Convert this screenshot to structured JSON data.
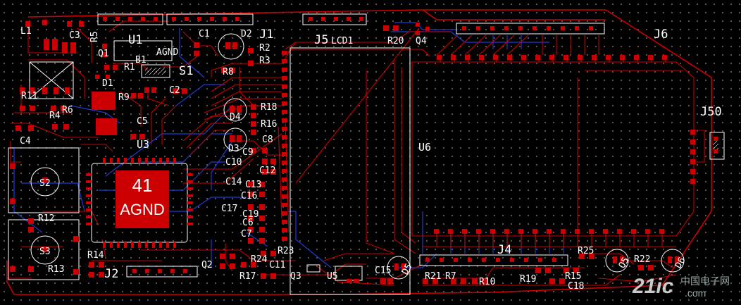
{
  "board": {
    "colors": {
      "top_copper": "#cc0000",
      "bottom_copper": "#1e3cd6",
      "silkscreen": "#ffffff",
      "background": "#000000"
    },
    "designators": {
      "L1": "L1",
      "C3": "C3",
      "R5": "R5",
      "U1": "U1",
      "C1": "C1",
      "D2": "D2",
      "J1": "J1",
      "Q1": "Q1",
      "B1": "B1",
      "R1": "R1",
      "S1": "S1",
      "R2": "R2",
      "R3": "R3",
      "R8": "R8",
      "D1": "D1",
      "C2": "C2",
      "R9": "R9",
      "R11": "R11",
      "R6": "R6",
      "R4": "R4",
      "R18": "R18",
      "D4": "D4",
      "R16": "R16",
      "C5": "C5",
      "C4": "C4",
      "D3": "D3",
      "C9": "C9",
      "C8": "C8",
      "C10": "C10",
      "U3": "U3",
      "C12": "C12",
      "S2": "S2",
      "C14": "C14",
      "C13": "C13",
      "C16": "C16",
      "C17": "C17",
      "C19": "C19",
      "C6": "C6",
      "R12": "R12",
      "C7": "C7",
      "S3": "S3",
      "R14": "R14",
      "R13": "R13",
      "J2": "J2",
      "R23": "R23",
      "Q2": "Q2",
      "R24": "R24",
      "C11": "C11",
      "R17": "R17",
      "Q3": "Q3",
      "U5": "U5",
      "C15": "C15",
      "D5": "D5",
      "R21": "R21",
      "R7": "R7",
      "R10": "R10",
      "R19": "R19",
      "R15": "R15",
      "C18": "C18",
      "R25": "R25",
      "Q5": "Q5",
      "R22": "R22",
      "D6": "D6",
      "J4": "J4",
      "U6": "U6",
      "J50": "J50",
      "J6": "J6",
      "J5": "J5",
      "LCD1": "LCD1",
      "R20": "R20",
      "Q4": "Q4"
    },
    "pad_labels": {
      "u3_pad_number": "41",
      "u3_pad_net": "AGND",
      "u1_net": "AGND"
    },
    "watermark": {
      "brand": "21ic",
      "cn": "中国电子网",
      "domain": ".com"
    }
  }
}
